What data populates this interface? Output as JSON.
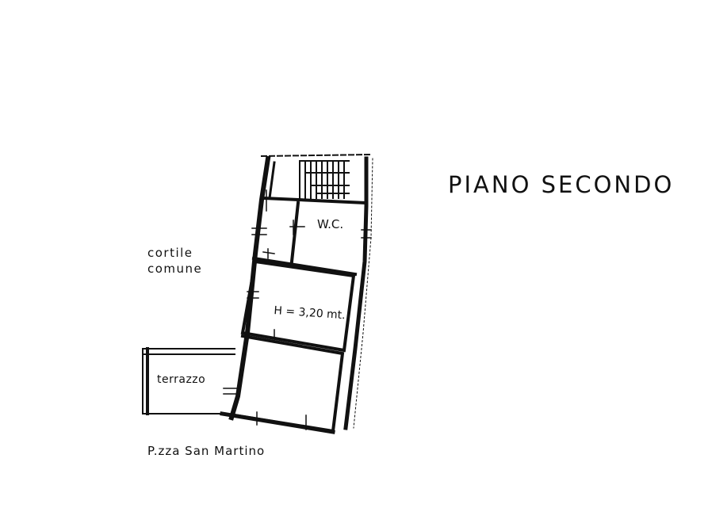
{
  "floor_plan": {
    "title": "PIANO SECONDO",
    "labels": {
      "courtyard_line1": "cortile",
      "courtyard_line2": "comune",
      "wc": "W.C.",
      "ceiling_height": "H = 3,20 mt.",
      "terrace": "terrazzo",
      "street": "P.zza  San Martino"
    },
    "rooms": [
      {
        "name": "stairwell",
        "label": ""
      },
      {
        "name": "corridor",
        "label": ""
      },
      {
        "name": "wc",
        "label": "W.C."
      },
      {
        "name": "room-upper",
        "label": "H = 3,20 mt."
      },
      {
        "name": "room-lower",
        "label": ""
      },
      {
        "name": "terrace",
        "label": "terrazzo"
      }
    ],
    "colors": {
      "background": "#ffffff",
      "ink": "#111111"
    }
  }
}
